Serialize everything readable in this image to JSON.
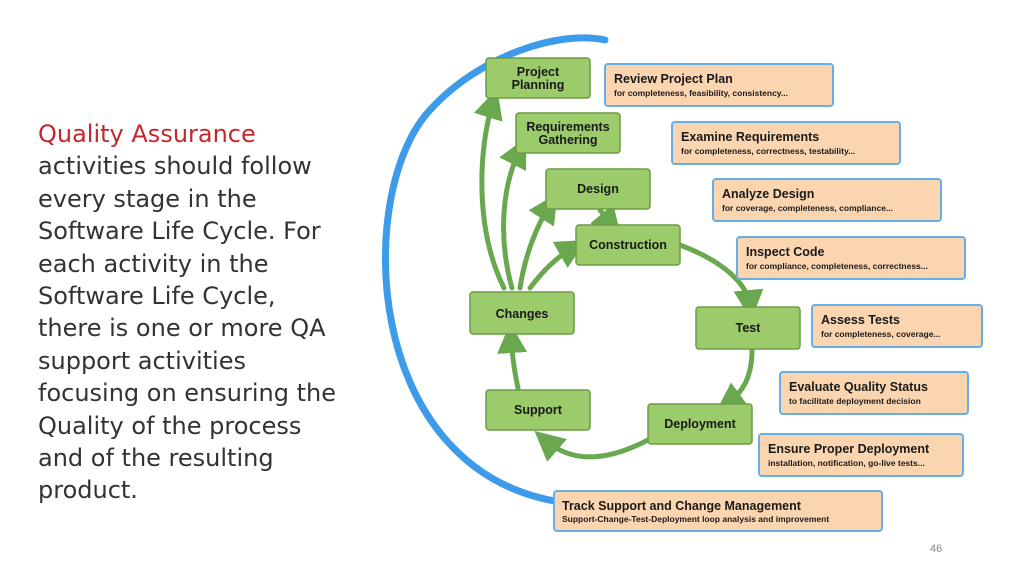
{
  "slide": {
    "heading": "Quality Assurance",
    "body": "activities should follow every stage in the Software Life Cycle. For each activity in the Software Life Cycle, there is one or more QA support activities focusing on ensuring the Quality of the process and of the resulting product.",
    "page_number": "46"
  },
  "diagram": {
    "stages": {
      "planning": "Project Planning",
      "requirements": "Requirements Gathering",
      "design": "Design",
      "construction": "Construction",
      "test": "Test",
      "deployment": "Deployment",
      "support": "Support",
      "changes": "Changes"
    },
    "qa_activities": [
      {
        "title": "Review Project Plan",
        "sub": "for completeness, feasibility, consistency..."
      },
      {
        "title": "Examine Requirements",
        "sub": "for completeness, correctness, testability..."
      },
      {
        "title": "Analyze Design",
        "sub": "for coverage, completeness, compliance..."
      },
      {
        "title": "Inspect Code",
        "sub": "for compliance, completeness, correctness..."
      },
      {
        "title": "Assess Tests",
        "sub": "for completeness, coverage..."
      },
      {
        "title": "Evaluate Quality Status",
        "sub": "to facilitate deployment decision"
      },
      {
        "title": "Ensure Proper Deployment",
        "sub": "installation, notification, go-live tests..."
      },
      {
        "title": "Track Support and Change Management",
        "sub": "Support-Change-Test-Deployment loop analysis and improvement"
      }
    ],
    "colors": {
      "stage_fill": "#9bcb6b",
      "arrow": "#6aa84f",
      "qa_fill": "#fbd5b0",
      "qa_border": "#66aee8",
      "outer_loop": "#3d9be9",
      "heading": "#c5282c"
    }
  }
}
